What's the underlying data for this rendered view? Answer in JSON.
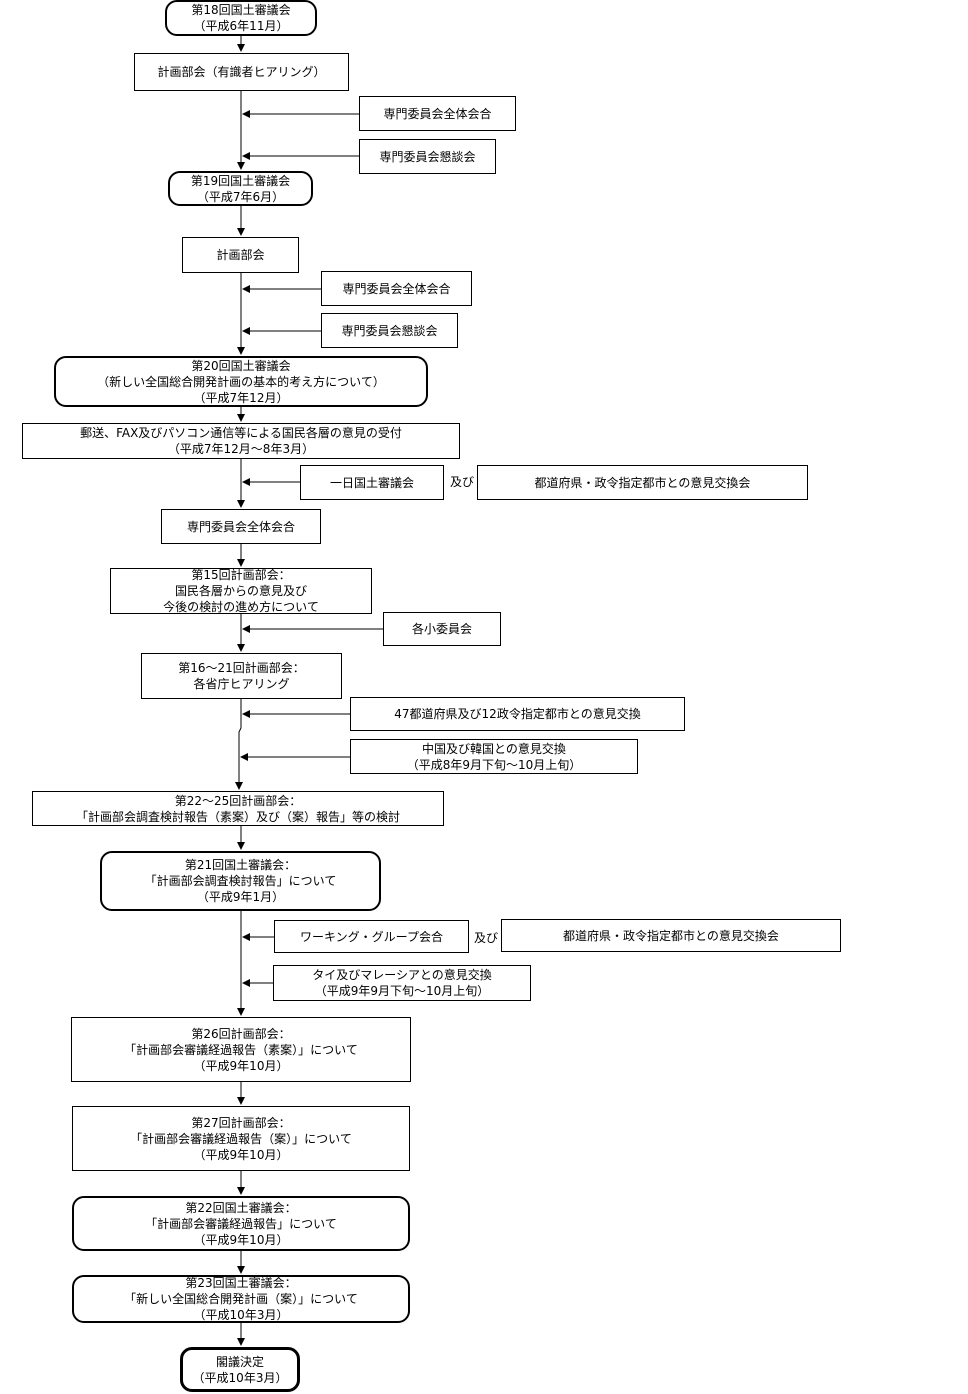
{
  "nodes": {
    "council18": [
      "第18回国土審議会",
      "（平成6年11月）"
    ],
    "plan_hearing": [
      "計画部会（有識者ヒアリング）"
    ],
    "spec_all_1": [
      "専門委員会全体会合"
    ],
    "spec_talk_1": [
      "専門委員会懇談会"
    ],
    "council19": [
      "第19回国土審議会",
      "（平成7年6月）"
    ],
    "plan": [
      "計画部会"
    ],
    "spec_all_2": [
      "専門委員会全体会合"
    ],
    "spec_talk_2": [
      "専門委員会懇談会"
    ],
    "council20": [
      "第20回国土審議会",
      "（新しい全国総合開発計画の基本的考え方について）",
      "（平成7年12月）"
    ],
    "opinions": [
      "郵送、FAX及びパソコン通信等による国民各層の意見の受付",
      "（平成7年12月～8年3月）"
    ],
    "oneday": [
      "一日国土審議会"
    ],
    "exchange_1": [
      "都道府県・政令指定都市との意見交換会"
    ],
    "spec_all_3": [
      "専門委員会全体会合"
    ],
    "plan15": [
      "第15回計画部会：",
      "国民各層からの意見及び",
      "今後の検討の進め方について"
    ],
    "subcommittees": [
      "各小委員会"
    ],
    "plan16_21": [
      "第16～21回計画部会：",
      "各省庁ヒアリング"
    ],
    "exchange47": [
      "47都道府県及び12政令指定都市との意見交換"
    ],
    "china_korea": [
      "中国及び韓国との意見交換",
      "（平成8年9月下旬～10月上旬）"
    ],
    "plan22_25": [
      "第22～25回計画部会：",
      "「計画部会調査検討報告（素案）及び（案）報告」等の検討"
    ],
    "council21": [
      "第21回国土審議会：",
      "「計画部会調査検討報告」について",
      "（平成9年1月）"
    ],
    "working_group": [
      "ワーキング・グループ会合"
    ],
    "exchange_2": [
      "都道府県・政令指定都市との意見交換会"
    ],
    "thai_malaysia": [
      "タイ及びマレーシアとの意見交換",
      "（平成9年9月下旬～10月上旬）"
    ],
    "plan26": [
      "第26回計画部会：",
      "「計画部会審議経過報告（素案）」について",
      "（平成9年10月）"
    ],
    "plan27": [
      "第27回計画部会：",
      "「計画部会審議経過報告（案）」について",
      "（平成9年10月）"
    ],
    "council22": [
      "第22回国土審議会：",
      "「計画部会審議経過報告」について",
      "（平成9年10月）"
    ],
    "council23": [
      "第23回国土審議会：",
      "「新しい全国総合開発計画（案）」について",
      "（平成10年3月）"
    ],
    "cabinet": [
      "閣議決定",
      "（平成10年3月）"
    ]
  },
  "connectors": {
    "and_1": "及び",
    "and_2": "及び"
  }
}
